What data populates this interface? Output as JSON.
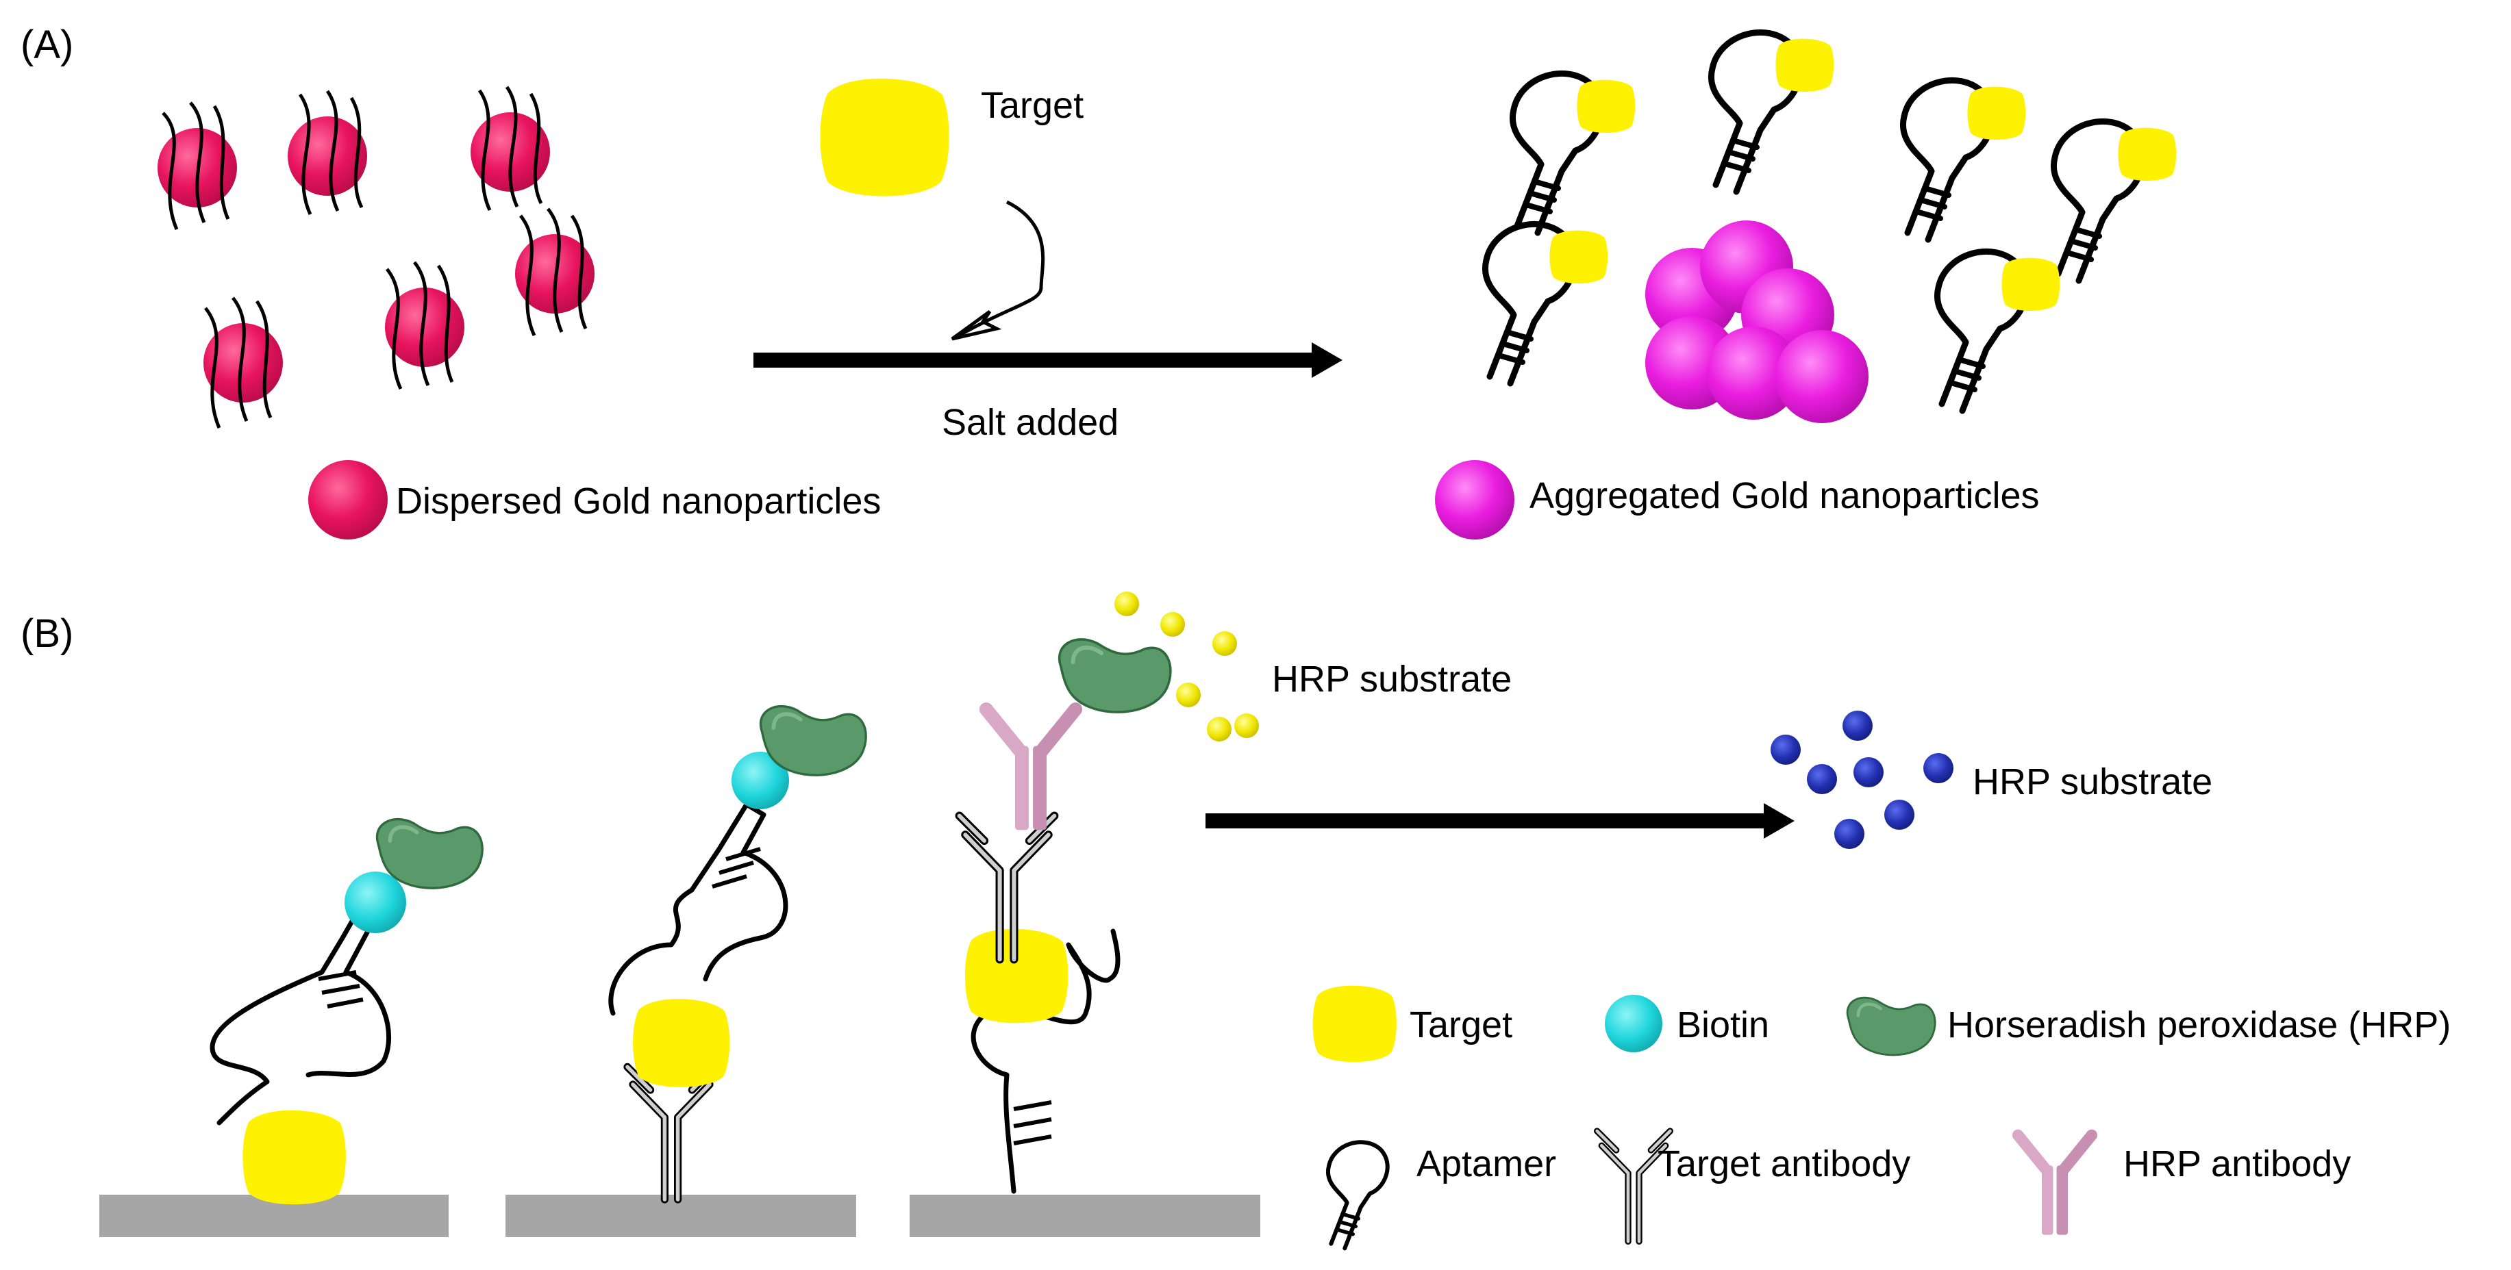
{
  "panel_a": {
    "label": "(A)",
    "target_label": "Target",
    "salt_label": "Salt added",
    "legend_dispersed": "Dispersed Gold nanoparticles",
    "legend_aggregated": "Aggregated Gold nanoparticles"
  },
  "panel_b": {
    "label": "(B)",
    "hrp_substrate_top": "HRP substrate",
    "hrp_substrate_product": "HRP substrate"
  },
  "legend": {
    "target": "Target",
    "biotin": "Biotin",
    "hrp": "Horseradish peroxidase (HRP)",
    "aptamer": "Aptamer",
    "target_antibody": "Target antibody",
    "hrp_antibody": "HRP antibody"
  },
  "colors": {
    "dispersed_gold": "#e8145f",
    "aggregated_gold": "#ea1ee0",
    "target": "#fff200",
    "biotin": "#1fd6dc",
    "hrp": "#5a9a6a",
    "hrp_antibody": "#d9a8c6",
    "product": "#2230b0",
    "surface": "#a6a6a6"
  }
}
